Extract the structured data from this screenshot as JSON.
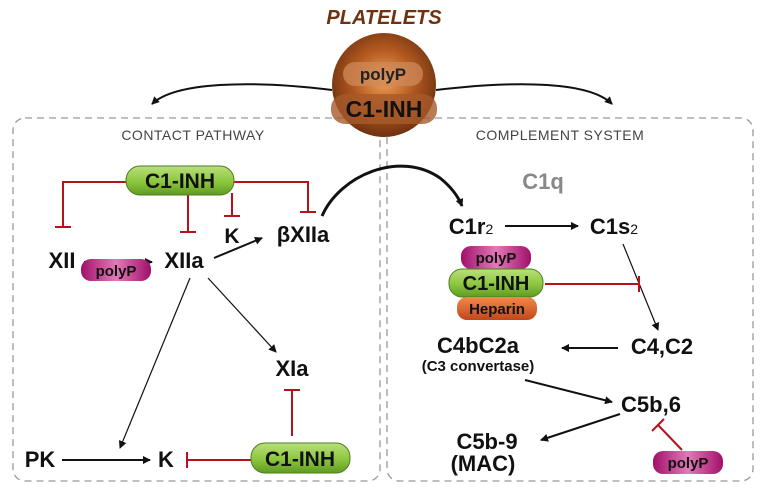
{
  "platelets": {
    "title": "PLATELETS",
    "polyp": "polyP",
    "c1inh": "C1-INH"
  },
  "contact": {
    "header": "CONTACT PATHWAY",
    "c1inh_top": "C1-INH",
    "xii": "XII",
    "polyp": "polyP",
    "xiia": "XIIa",
    "k_mid": "K",
    "beta_xiia": "βXIIa",
    "xia": "XIa",
    "pk": "PK",
    "k_bottom": "K",
    "c1inh_bottom": "C1-INH"
  },
  "complement": {
    "header": "COMPLEMENT SYSTEM",
    "c1q": "C1q",
    "c1r2": "C1r",
    "c1r2_sub": "2",
    "c1s2": "C1s",
    "c1s2_sub": "2",
    "polyp": "polyP",
    "c1inh": "C1-INH",
    "heparin": "Heparin",
    "c4c2": "C4,C2",
    "c4bc2a": "C4bC2a",
    "c3_convertase": "(C3 convertase)",
    "c5b6": "C5b,6",
    "c5b9": "C5b-9",
    "mac": "(MAC)",
    "polyp_bottom": "polyP"
  },
  "colors": {
    "inhibit": "#b5121b",
    "green_pill": "#8cc63f",
    "magenta_pill": "#c0187e",
    "heparin_pill": "#d2571f",
    "platelet": "#7b3a12",
    "gray_text": "#777777"
  }
}
